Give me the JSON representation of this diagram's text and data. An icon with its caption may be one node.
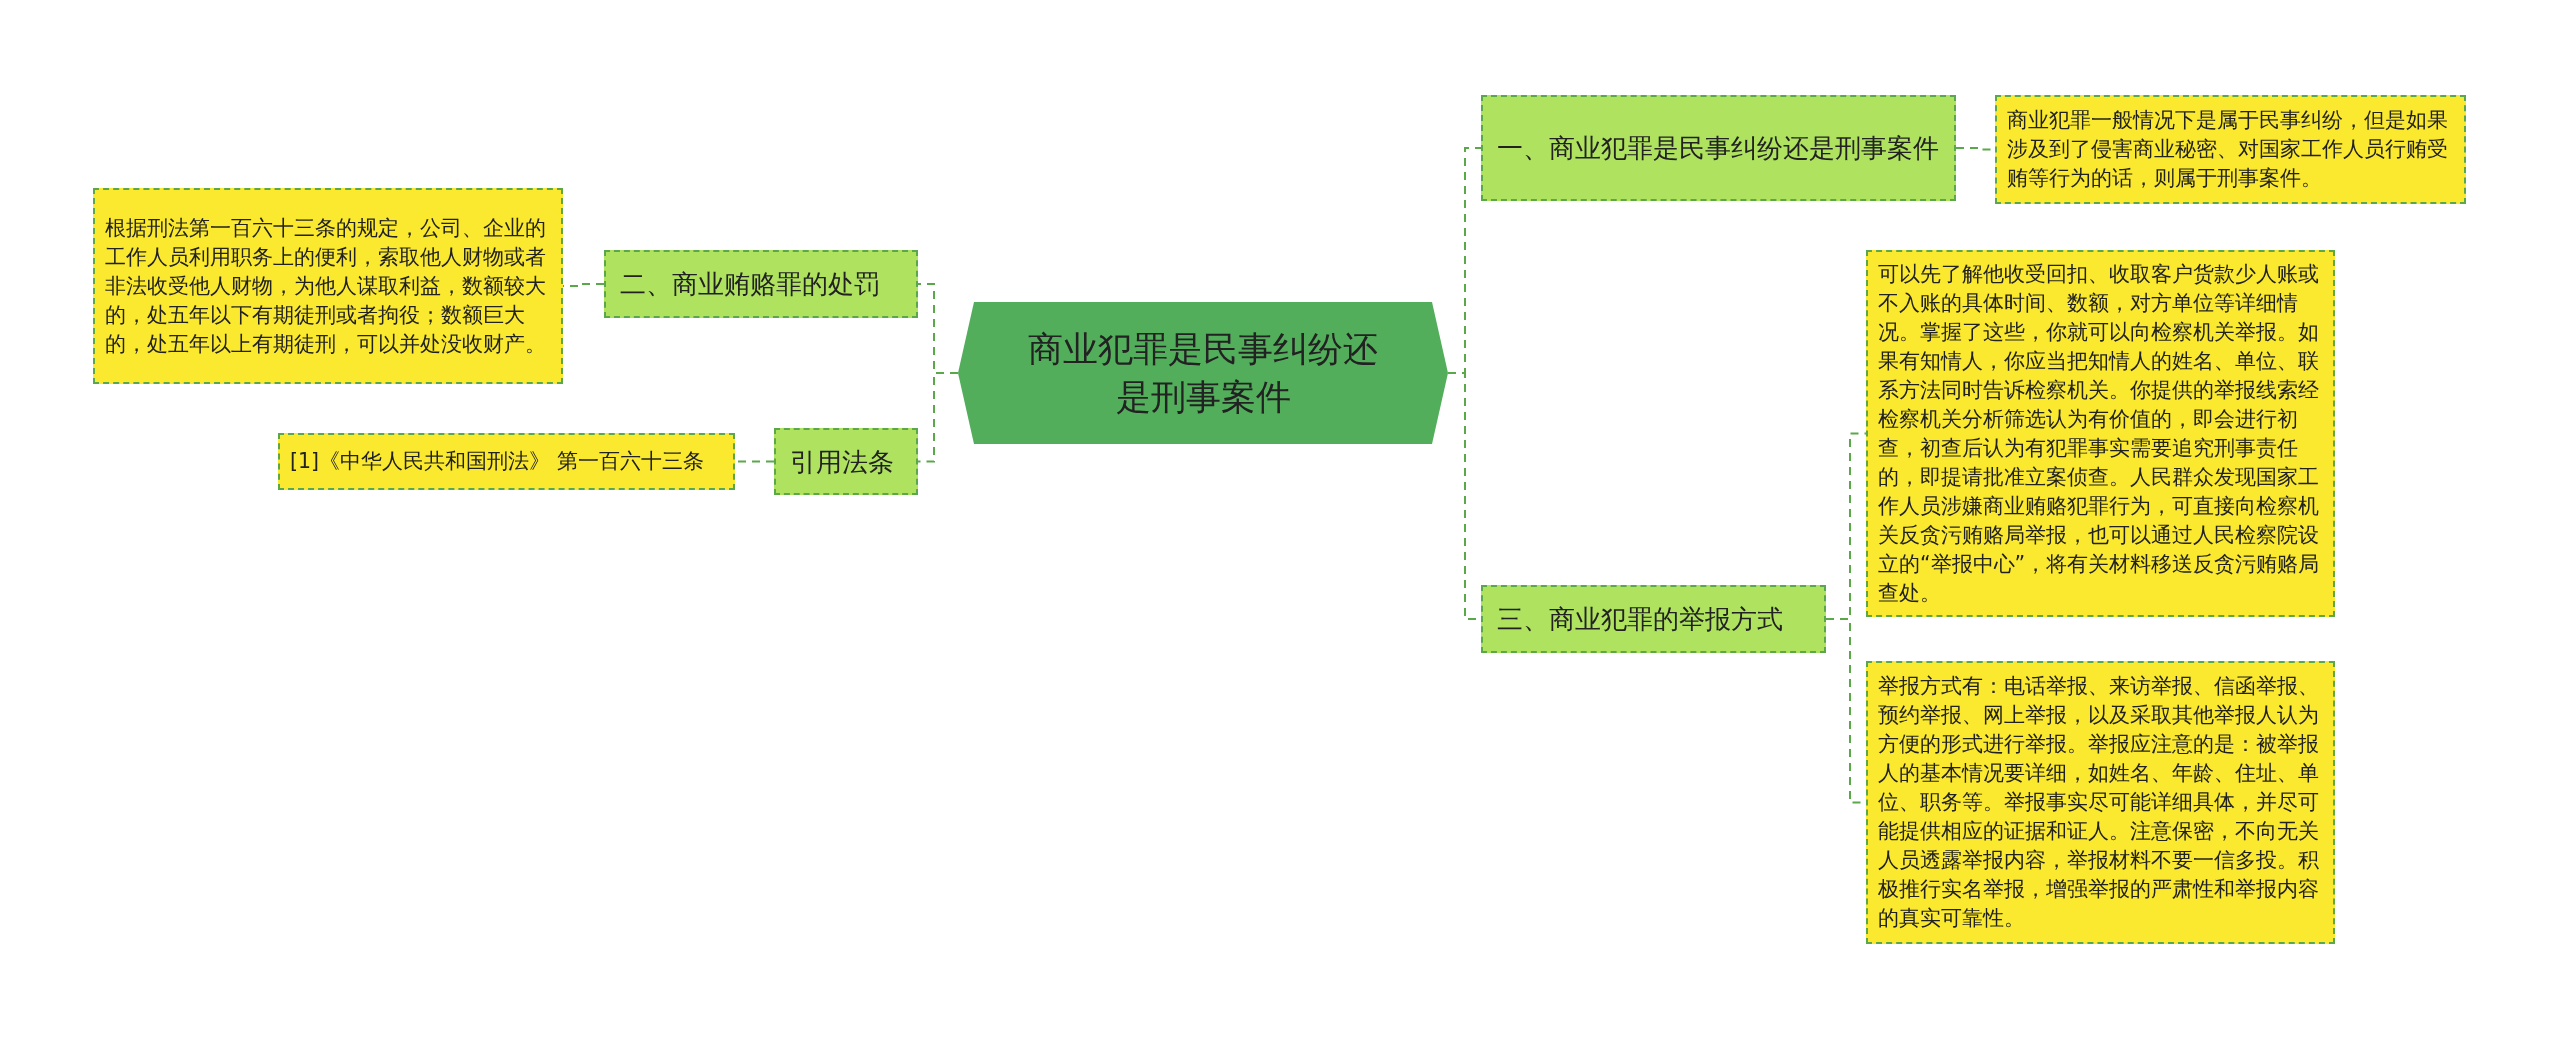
{
  "diagram": {
    "nodes": [
      {
        "text": [
          "商业犯罪是民事纠纷还是刑事案件"
        ]
      },
      {
        "text": [
          "一、商业犯罪是民事纠纷还是刑事案件"
        ]
      },
      {
        "text": [
          "商业犯罪一般情况下是属于民事纠纷，但是如果涉及到了侵害商业秘密、对国家工作人员行贿受贿等行为的话，则属于刑事案件。"
        ]
      },
      {
        "text": [
          "二、商业贿赂罪的处罚"
        ]
      },
      {
        "text": [
          "根据刑法第一百六十三条的规定，公司、企业的工作人员利用职务上的便利，索取他人财物或者非法收受他人财物，为他人谋取利益，数额较大的，处五年以下有期徒刑或者拘役；数额巨大的，处五年以上有期徒刑，可以并处没收财产。"
        ]
      },
      {
        "text": [
          "引用法条"
        ]
      },
      {
        "text": [
          "[1]《中华人民共和国刑法》 第一百六十三条"
        ]
      },
      {
        "text": [
          "三、商业犯罪的举报方式"
        ]
      },
      {
        "text": [
          "可以先了解他收受回扣、收取客户货款少人账或不入账的具体时间、数额，对方单位等详细情况。掌握了这些，你就可以向检察机关举报。如果有知情人，你应当把知情人的姓名、单位、联系方法同时告诉检察机关。你提供的举报线索经检察机关分析筛选认为有价值的，即会进行初查，初查后认为有犯罪事实需要追究刑事责任的，即提请批准立案侦查。人民群众发现国家工作人员涉嫌商业贿赂犯罪行为，可直接向检察机关反贪污贿赂局举报，也可以通过人民检察院设立的“举报中心”，将有关材料移送反贪污贿赂局查处。"
        ]
      },
      {
        "text": [
          "举报方式有：电话举报、来访举报、信函举报、预约举报、网上举报，以及采取其他举报人认为方便的形式进行举报。举报应注意的是：被举报人的基本情况要详细，如姓名、年龄、住址、单位、职务等。举报事实尽可能详细具体，并尽可能提供相应的证据和证人。注意保密，不向无关人员透露举报内容，举报材料不要一信多投。积极推行实名举报，增强举报的严肃性和举报内容的真实可靠性。"
        ]
      }
    ],
    "edges": [
      {
        "from": 0,
        "to": 1,
        "arrow": "none"
      },
      {
        "from": 1,
        "to": 2,
        "arrow": "none"
      },
      {
        "from": 0,
        "to": 3,
        "arrow": "none"
      },
      {
        "from": 3,
        "to": 4,
        "arrow": "none"
      },
      {
        "from": 0,
        "to": 5,
        "arrow": "none"
      },
      {
        "from": 5,
        "to": 6,
        "arrow": "none"
      },
      {
        "from": 0,
        "to": 7,
        "arrow": "none"
      },
      {
        "from": 7,
        "to": 8,
        "arrow": "none"
      },
      {
        "from": 7,
        "to": 9,
        "arrow": "none"
      }
    ]
  }
}
